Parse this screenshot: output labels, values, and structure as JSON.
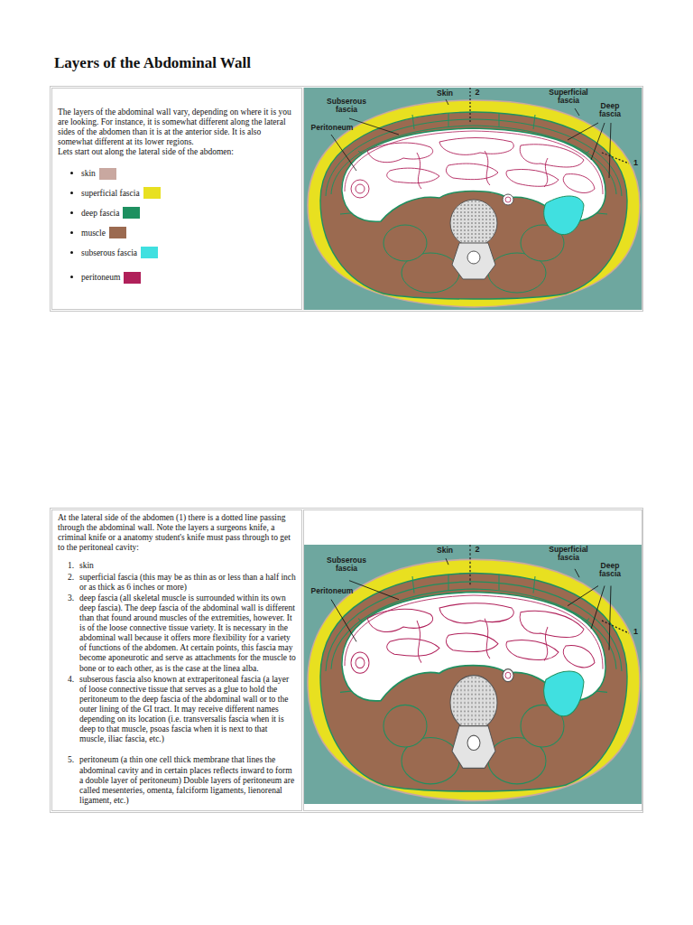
{
  "diagram": {
    "title": "Layers of the Abdominal Wall",
    "nodes": [
      {
        "text": [
          "The layers of the abdominal wall vary, depending on where it is you are looking. For instance, it is somewhat different along the lateral sides of the abdomen than it is at the anterior side. It is also somewhat different at its lower regions.",
          "Lets start out along the lateral side of the abdomen:"
        ]
      },
      {
        "text": [
          "At the lateral side of the abdomen (1) there is a dotted line passing through the abdominal wall. Note the layers a surgeons knife, a criminal knife or a anatomy student's knife must pass through to get to the peritoneal cavity:",
          "skin",
          "superficial fascia (this may be as thin as or less than a half inch or as thick as 6 inches or more)",
          "deep fascia (all skeletal muscle is surrounded within its own deep fascia). The deep fascia of the abdominal wall is different than that found around muscles of the extremities, however. It is of the loose connective tissue variety. It is necessary in the abdominal wall because it offers more flexibility for a variety of functions of the abdomen. At certain points, this fascia may become aponeurotic and serve as attachments for the muscle to bone or to each other, as is the case at the linea alba.",
          "subserous fascia also known at extraperitoneal fascia (a layer of loose connective tissue that serves as a glue to hold the peritoneum to the deep fascia of the abdominal wall or to the outer lining of the GI tract. It may receive different names depending on its location (i.e. transversalis fascia when it is deep to that muscle, psoas fascia when it is next to that muscle, iliac fascia, etc.)",
          "peritoneum (a thin one cell thick membrane that lines the abdominal cavity and in certain places reflects inward to form a double layer of peritoneum) Double layers of peritoneum are called mesenteries, omenta, falciform ligaments, lienorenal ligament, etc.)"
        ]
      }
    ],
    "labels": [
      "Skin",
      "2",
      "Subserous fascia",
      "Superficial fascia",
      "Deep fascia",
      "Peritoneum",
      "1",
      "1.",
      "2.",
      "3.",
      "4.",
      "5.",
      "Skin",
      "2",
      "Subserous fascia",
      "Superficial fascia",
      "Deep fascia",
      "Peritoneum",
      "1"
    ],
    "legend": [
      {
        "text": "skin",
        "color": "#c9a8a0"
      },
      {
        "text": "superficial fascia",
        "color": "#e8e020"
      },
      {
        "text": "deep fascia",
        "color": "#1e9060"
      },
      {
        "text": "muscle",
        "color": "#9b6a50"
      },
      {
        "text": "subserous fascia",
        "color": "#40e0e0"
      },
      {
        "text": "peritoneum",
        "color": "#b0205a"
      }
    ]
  }
}
